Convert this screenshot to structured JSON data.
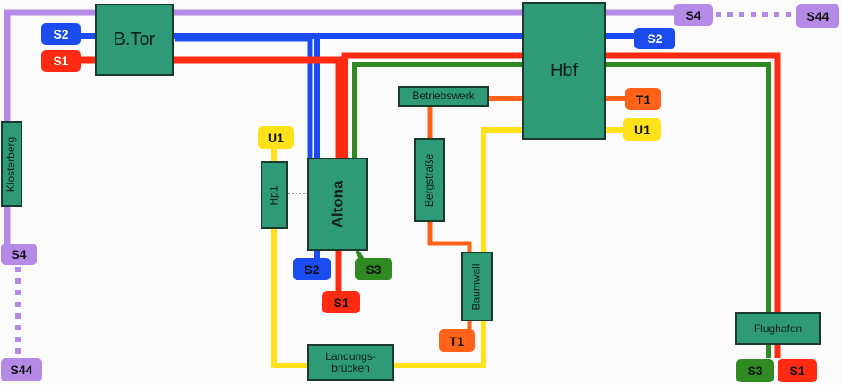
{
  "colors": {
    "s1": "#ff2a12",
    "s2": "#1a4cf0",
    "s3": "#2f8a22",
    "s4": "#b48ae6",
    "u1": "#ffe21a",
    "t1": "#ff6218",
    "station_fill": "#2e9a77"
  },
  "stations": {
    "btor": "B.Tor",
    "hbf": "Hbf",
    "altona": "Altona",
    "hp1": "Hp1",
    "klosterberg": "Klosterberg",
    "betriebswerk": "Betriebswerk",
    "bergstrasse": "Bergstraße",
    "baumwall": "Baumwall",
    "landungsbruecken": "Landungs-\nbrücken",
    "flughafen": "Flughafen"
  },
  "lines": {
    "s1": "S1",
    "s2": "S2",
    "s3": "S3",
    "s4": "S4",
    "s44": "S44",
    "u1": "U1",
    "t1": "T1"
  }
}
